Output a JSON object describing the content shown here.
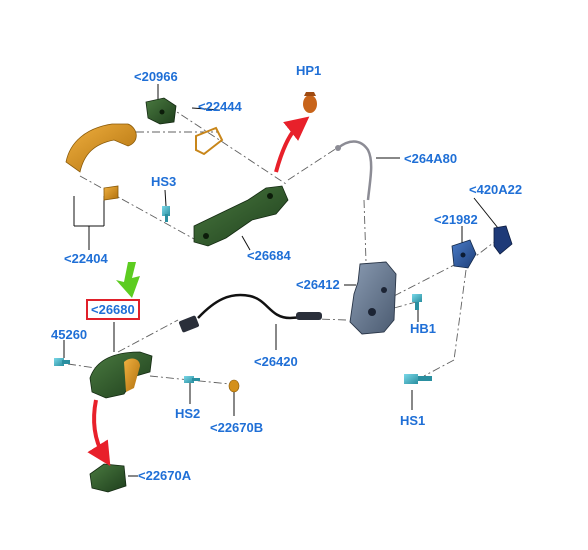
{
  "diagram": {
    "parts": {
      "p20966": "<20966",
      "p22444": "<22444",
      "hp1": "HP1",
      "p264a80": "<264A80",
      "hs3": "HS3",
      "p420a22": "<420A22",
      "p21982": "<21982",
      "p22404": "<22404",
      "p26684": "<26684",
      "p26412": "<26412",
      "p26680": "<26680",
      "p45260": "45260",
      "hb1": "HB1",
      "p26420": "<26420",
      "hs1": "HS1",
      "hs2": "HS2",
      "p22670b": "<22670B",
      "p22670a": "<22670A"
    },
    "highlighted_part": "<26680",
    "colors": {
      "label": "#1f6fd6",
      "highlight_box": "#e0202a",
      "arrow_red": "#e8202a",
      "arrow_green": "#5ccc20",
      "part_green": "#2e5a2a",
      "part_orange": "#d4901a",
      "part_blue": "#2f5fa0",
      "part_grey_blue": "#6a7f99",
      "part_cyan": "#3bb5c8"
    }
  }
}
